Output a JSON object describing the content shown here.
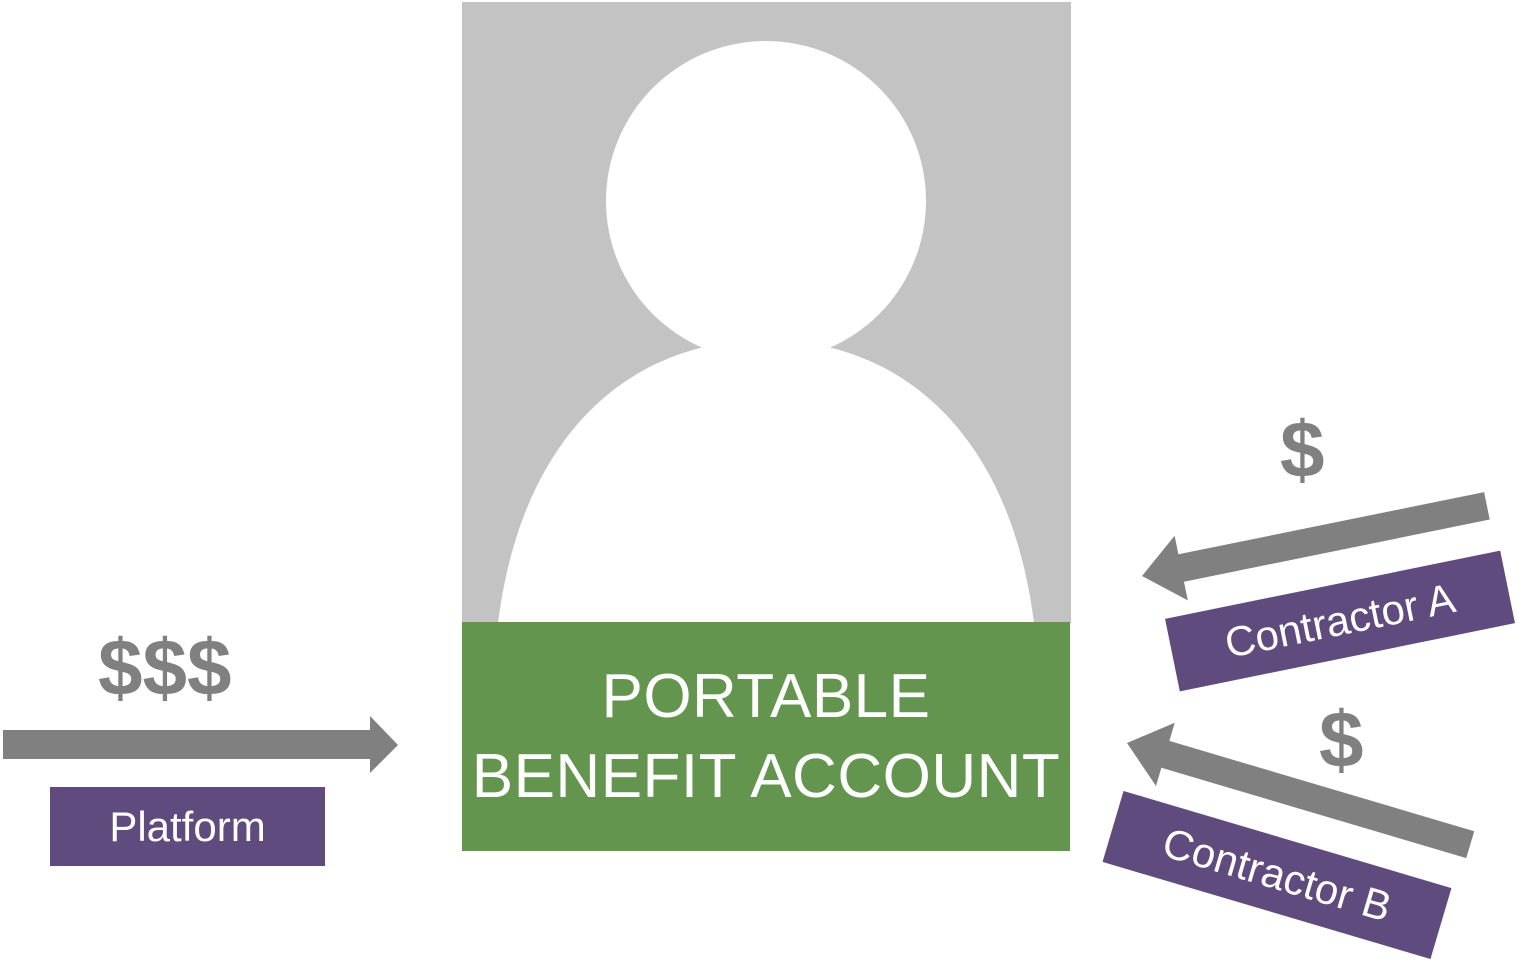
{
  "colors": {
    "account_green": "#64954f",
    "label_purple": "#5f4b7d",
    "arrow_gray": "#808080",
    "avatar_bg": "#c3c3c3",
    "avatar_fg": "#ffffff"
  },
  "account": {
    "line1": "PORTABLE",
    "line2": "BENEFIT ACCOUNT"
  },
  "platform": {
    "label": "Platform",
    "amount": "$$$"
  },
  "contractor_a": {
    "label": "Contractor A",
    "amount": "$"
  },
  "contractor_b": {
    "label": "Contractor B",
    "amount": "$"
  },
  "avatar_icon": "person-silhouette-icon"
}
